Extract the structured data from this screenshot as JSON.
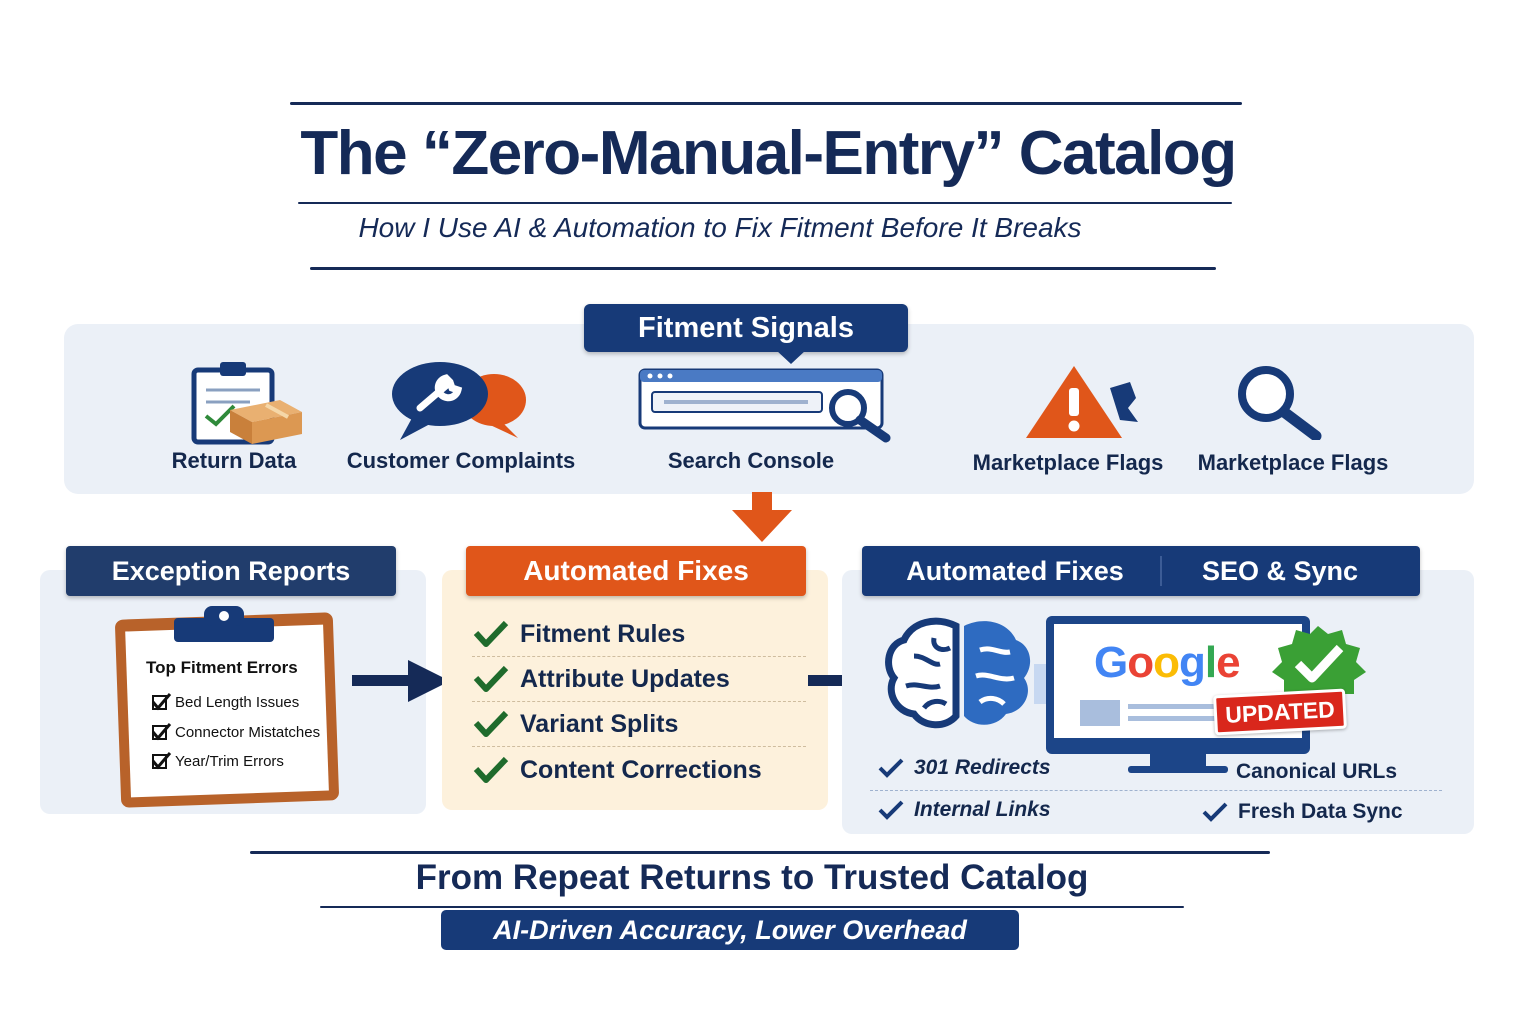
{
  "header": {
    "title": "The “Zero-Manual-Entry” Catalog",
    "subtitle": "How I Use AI & Automation to Fix Fitment Before It Breaks"
  },
  "signals": {
    "heading": "Fitment Signals",
    "items": [
      {
        "label": "Return Data",
        "icon": "clipboard-box-icon"
      },
      {
        "label": "Customer Complaints",
        "icon": "chat-wrench-icon"
      },
      {
        "label": "Search Console",
        "icon": "browser-search-icon"
      },
      {
        "label": "Marketplace Flags",
        "icon": "warning-flag-icon"
      },
      {
        "label": "Marketplace Flags",
        "icon": "magnifier-icon"
      }
    ]
  },
  "exceptions": {
    "heading": "Exception Reports",
    "board_title": "Top Fitment Errors",
    "items": [
      "Bed Length Issues",
      "Connector Mistatches",
      "Year/Trim Errors"
    ]
  },
  "fixes": {
    "heading": "Automated Fixes",
    "items": [
      "Fitment Rules",
      "Attribute Updates",
      "Variant Splits",
      "Content Corrections"
    ]
  },
  "seo": {
    "heading_left": "Automated Fixes",
    "heading_right": "SEO & Sync",
    "google_text": "Google",
    "badge": "UPDATED",
    "items": [
      "301 Redirects",
      "Canonical URLs",
      "Internal Links",
      "Fresh Data Sync"
    ]
  },
  "footer": {
    "headline": "From Repeat Returns to Trusted Catalog",
    "tagline": "AI-Driven Accuracy, Lower Overhead"
  },
  "colors": {
    "navy": "#173a78",
    "orange": "#e0561a",
    "green": "#1f6b2c",
    "panel": "#ebf0f7",
    "cream": "#fdf1dc"
  }
}
